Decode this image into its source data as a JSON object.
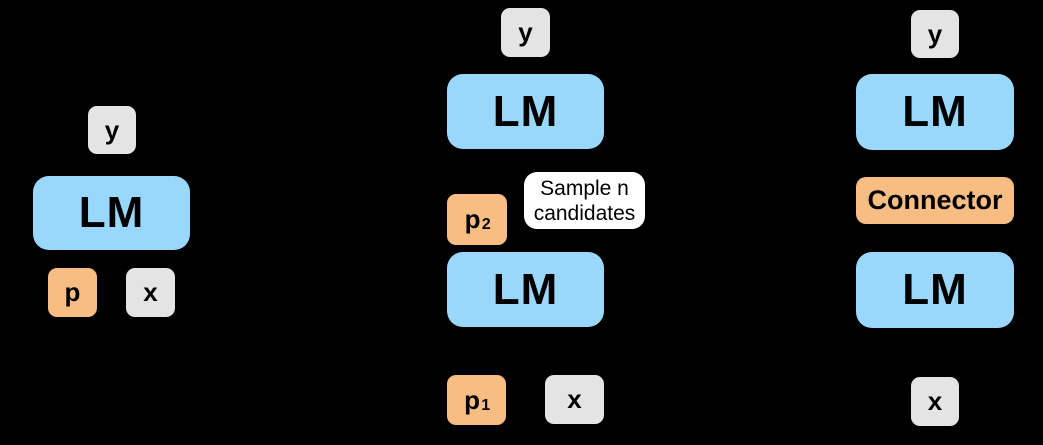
{
  "figure": {
    "background": "#000000"
  },
  "palette": {
    "lm_blue": "#99d8fb",
    "prompt_orange": "#f7bd83",
    "var_gray": "#e4e4e4",
    "callout_white": "#ffffff",
    "ink": "#000000"
  },
  "left_diagram": {
    "y": "y",
    "lm": "LM",
    "p": "p",
    "x": "x"
  },
  "middle_diagram": {
    "y": "y",
    "lm_top": "LM",
    "p2": {
      "base": "p",
      "sub": "2"
    },
    "lm_bottom": "LM",
    "p1": {
      "base": "p",
      "sub": "1"
    },
    "x": "x",
    "callout": {
      "line1": "Sample n",
      "line2": "candidates"
    }
  },
  "right_diagram": {
    "y": "y",
    "lm_top": "LM",
    "connector": "Connector",
    "lm_bottom": "LM",
    "x": "x"
  }
}
